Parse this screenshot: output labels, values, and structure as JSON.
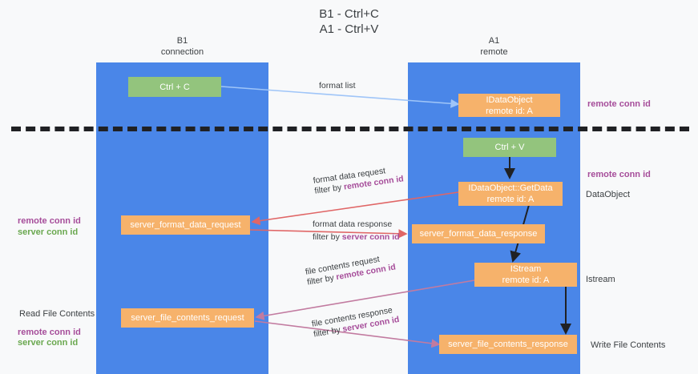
{
  "title": {
    "line1": "B1 - Ctrl+C",
    "line2": "A1 - Ctrl+V"
  },
  "lanes": [
    {
      "id": "b1",
      "name": "B1",
      "role": "connection"
    },
    {
      "id": "a1",
      "name": "A1",
      "role": "remote"
    }
  ],
  "nodes": {
    "ctrl_c": {
      "label": "Ctrl + C",
      "color": "#93c47d"
    },
    "idataobject": {
      "line1": "IDataObject",
      "line2": "remote id: A",
      "color": "#f6b26b"
    },
    "ctrl_v": {
      "label": "Ctrl + V",
      "color": "#93c47d"
    },
    "getdata": {
      "line1": "IDataObject::GetData",
      "line2": "remote id: A",
      "color": "#f6b26b"
    },
    "server_format_data_request": {
      "label": "server_format_data_request",
      "color": "#f6b26b"
    },
    "server_format_data_response": {
      "label": "server_format_data_response",
      "color": "#f6b26b"
    },
    "istream": {
      "line1": "IStream",
      "line2": "remote id: A",
      "color": "#f6b26b"
    },
    "server_file_contents_request": {
      "label": "server_file_contents_request",
      "color": "#f6b26b"
    },
    "server_file_contents_response": {
      "label": "server_file_contents_response",
      "color": "#f6b26b"
    }
  },
  "edges": {
    "format_list": {
      "label": "format list",
      "color": "#9fc5f8"
    },
    "format_data_request": {
      "line1": "format data request",
      "line2_prefix": "filter by ",
      "line2_key": "remote conn id",
      "color": "#e06666"
    },
    "format_data_response": {
      "line1": "format data response",
      "line2_prefix": "filter by ",
      "line2_key": "server conn id",
      "color": "#e06666"
    },
    "file_contents_request": {
      "line1": "file contents request",
      "line2_prefix": "filter by ",
      "line2_key": "remote conn id",
      "color": "#c27ba0"
    },
    "file_contents_response": {
      "line1": "file contents response",
      "line2_prefix": "filter by ",
      "line2_key": "server conn id",
      "color": "#c27ba0"
    }
  },
  "annotations": {
    "right_top_remote_conn_id": "remote conn id",
    "right_mid_remote_conn_id": "remote conn id",
    "right_dataobject": "DataObject",
    "right_istream": "Istream",
    "right_write_file_contents": "Write File Contents",
    "left_mid_remote_conn_id": "remote conn id",
    "left_mid_server_conn_id": "server conn id",
    "left_read_file_contents": "Read File Contents",
    "left_bottom_remote_conn_id": "remote conn id",
    "left_bottom_server_conn_id": "server conn id"
  },
  "colors": {
    "lane": "#4a86e8",
    "green_node": "#93c47d",
    "orange_node": "#f6b26b",
    "remote_conn_id": "#a64d9a",
    "server_conn_id": "#6aa84f",
    "red_arrow": "#e06666",
    "purple_arrow": "#c27ba0",
    "blue_arrow": "#9fc5f8",
    "divider": "#202124",
    "background": "#f8f9fa"
  }
}
